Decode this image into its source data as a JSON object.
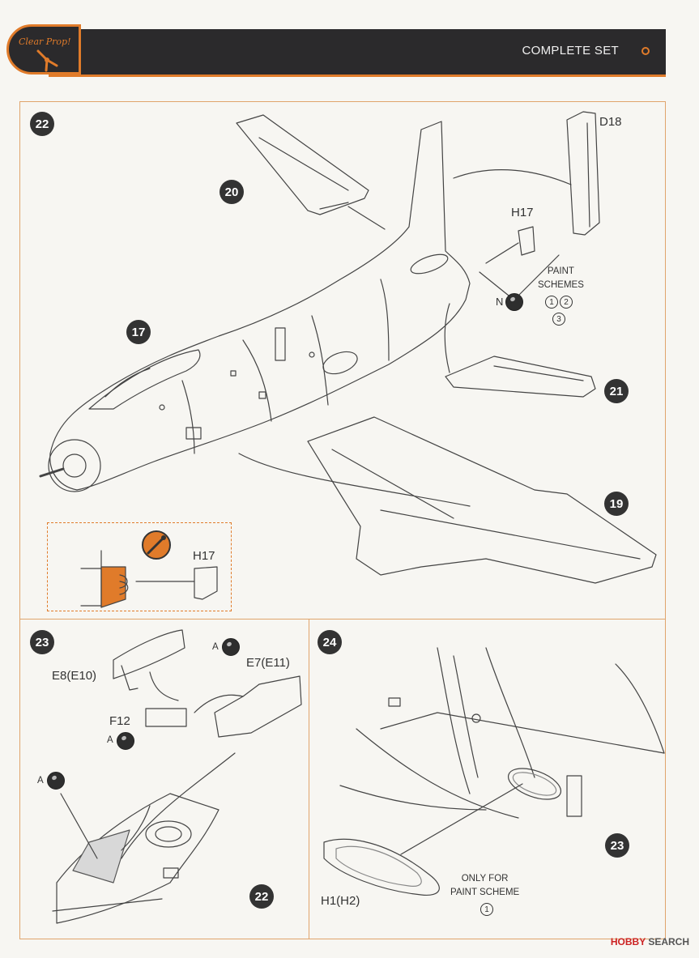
{
  "header": {
    "title": "COMPLETE SET",
    "logo_text": "Clear Prop!"
  },
  "steps": {
    "s22": {
      "number": "22",
      "badge_17": "17",
      "badge_20": "20",
      "badge_21": "21",
      "badge_19": "19",
      "label_d18": "D18",
      "label_h17": "H17",
      "label_h17_detail": "H17",
      "paint_schemes_label": "PAINT\nSCHEMES",
      "paint_n": "N",
      "scheme_1": "1",
      "scheme_2": "2",
      "scheme_3": "3"
    },
    "s23": {
      "number": "23",
      "label_e8": "E8(E10)",
      "label_e7": "E7(E11)",
      "label_f12": "F12",
      "paint_a1": "A",
      "paint_a2": "A",
      "paint_a3": "A",
      "badge_22": "22"
    },
    "s24": {
      "number": "24",
      "badge_23": "23",
      "label_h1": "H1(H2)",
      "only_for_label": "ONLY FOR\nPAINT SCHEME",
      "scheme_1": "1"
    }
  },
  "watermark": {
    "brand": "HOBBY",
    "suffix": "SEARCH"
  },
  "colors": {
    "accent": "#e07b2a",
    "header_bg": "#2b2a2c",
    "badge": "#333333",
    "line": "#444444"
  }
}
